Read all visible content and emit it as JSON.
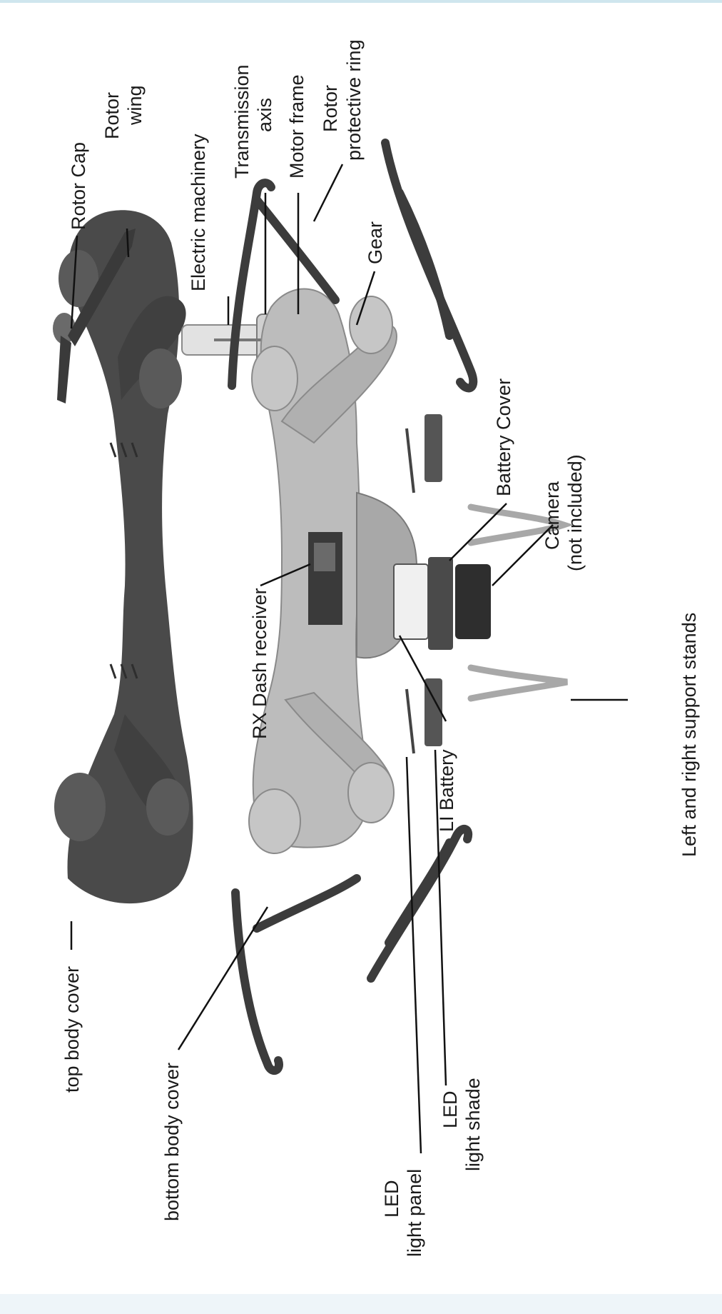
{
  "labels": {
    "rotor_cap": "Rotor Cap",
    "rotor_wing_1": "Rotor",
    "rotor_wing_2": "wing",
    "electric_machinery": "Electric machinery",
    "transmission_1": "Transmission",
    "transmission_2": "axis",
    "motor_frame": "Motor frame",
    "protective_ring_1": "Rotor",
    "protective_ring_2": "protective ring",
    "gear": "Gear",
    "battery_cover": "Battery Cover",
    "camera_1": "Camera",
    "camera_2": "(not included)",
    "support_stands": "Left and right support stands",
    "rx_receiver": "RX Dash receiver",
    "li_battery": "LI Battery",
    "top_body_cover": "top body cover",
    "bottom_body_cover": "bottom body cover",
    "led_panel_1": "LED",
    "led_panel_2": "light panel",
    "led_shade_1": "LED",
    "led_shade_2": "light shade"
  },
  "colors": {
    "body_dark": "#4a4a4a",
    "body_light": "#bcbcbc",
    "stand_gray": "#a8a8a8",
    "leader_line": "#111111"
  }
}
